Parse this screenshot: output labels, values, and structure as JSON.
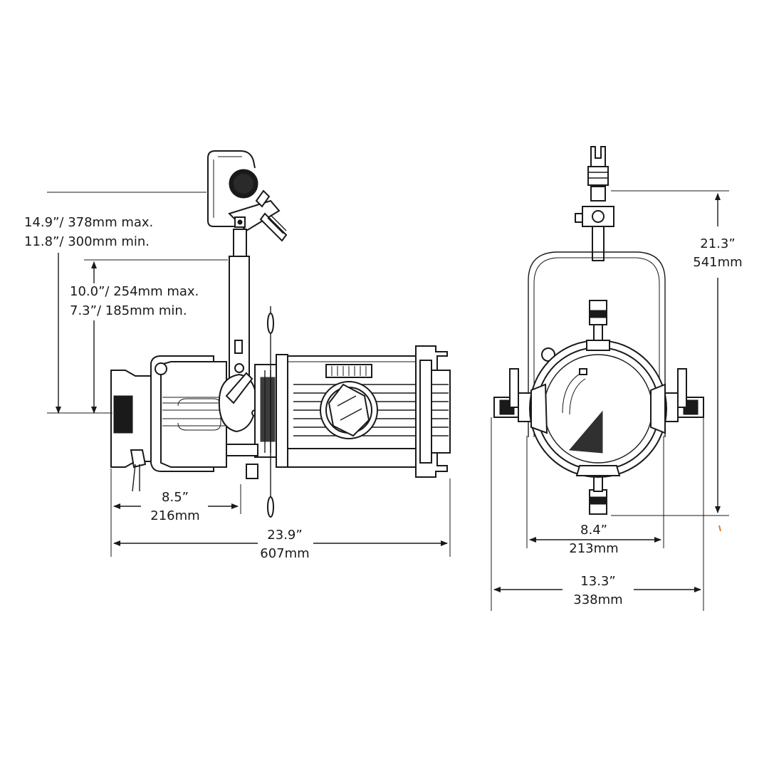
{
  "side_view": {
    "hanger_height": {
      "max": "14.9”/ 378mm max.",
      "min": "11.8”/ 300mm min."
    },
    "yoke_height": {
      "max": "10.0”/ 254mm max.",
      "min": "7.3”/ 185mm min."
    },
    "rear_length": {
      "in": "8.5”",
      "mm": "216mm"
    },
    "overall_length": {
      "in": "23.9”",
      "mm": "607mm"
    }
  },
  "front_view": {
    "overall_height": {
      "in": "21.3”",
      "mm": "541mm"
    },
    "body_width": {
      "in": "8.4”",
      "mm": "213mm"
    },
    "overall_width": {
      "in": "13.3”",
      "mm": "338mm"
    }
  },
  "colors": {
    "line": "#1a1a1a",
    "background": "#ffffff"
  }
}
